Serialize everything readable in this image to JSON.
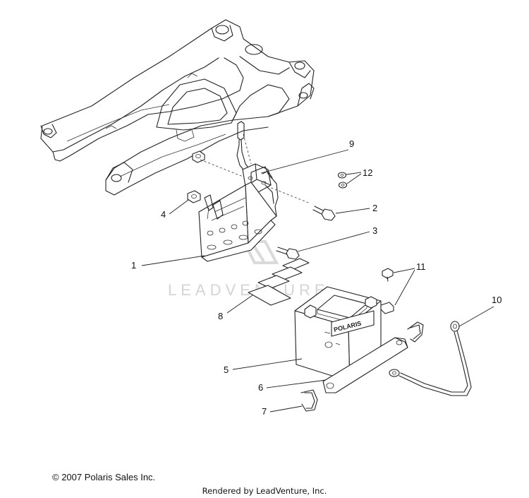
{
  "callouts": [
    "1",
    "2",
    "3",
    "4",
    "5",
    "6",
    "7",
    "8",
    "9",
    "10",
    "11",
    "12"
  ],
  "watermark": "LEADVENTURE",
  "battery_brand": "POLARIS",
  "copyright": "© 2007 Polaris Sales Inc.",
  "rendered_by": "Rendered by LeadVenture, Inc."
}
